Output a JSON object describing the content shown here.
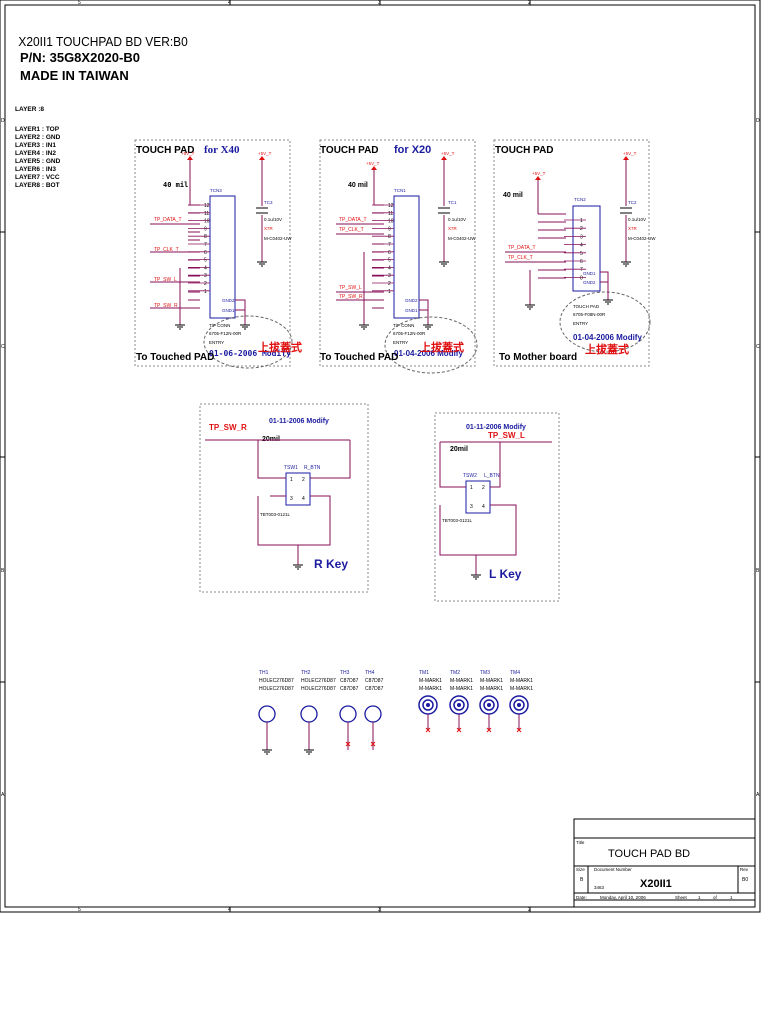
{
  "header": {
    "title": "X20II1 TOUCHPAD BD VER:B0",
    "pn": "P/N: 35G8X2020-B0",
    "made": "MADE IN TAIWAN"
  },
  "layers": {
    "count": "LAYER :8",
    "list": [
      "LAYER1 : TOP",
      "LAYER2 : GND",
      "LAYER3 : IN1",
      "LAYER4 : IN2",
      "LAYER5 : GND",
      "LAYER6 : IN3",
      "LAYER7 : VCC",
      "LAYER8 : BOT"
    ]
  },
  "border": {
    "top_ticks": [
      "5",
      "4",
      "3",
      "2"
    ],
    "bottom_ticks": [
      "5",
      "4",
      "3",
      "2"
    ],
    "left_ticks": [
      "D",
      "C",
      "B",
      "A"
    ],
    "right_ticks": [
      "D",
      "C",
      "B",
      "A"
    ]
  },
  "blocks": {
    "x40": {
      "title": "TOUCH PAD",
      "for": "for X40",
      "width": "40 mil",
      "vcc": "+5V_T",
      "ref": "TCN3",
      "signals": [
        "TP_DATA_T",
        "TP_CLK_T",
        "TP_SW_L",
        "TP_SW_R"
      ],
      "pins": [
        "12",
        "11",
        "10",
        "9",
        "8",
        "7",
        "6",
        "5",
        "4",
        "3",
        "2",
        "1"
      ],
      "gnd_pins": [
        "GND2",
        "GND1"
      ],
      "conn": "T/P CONN",
      "part": "6705-F12N-00R",
      "entry": "ENTRY",
      "cap_ref": "TC3",
      "cap_val": "0.1u/10V",
      "cap_type": "X7R",
      "cap_pn": "M-C0402-UW",
      "modify": "01-06-2006 Modify",
      "stamp": "上拔蓋式",
      "footer": "To Touched PAD"
    },
    "x20": {
      "title": "TOUCH PAD",
      "for": "for X20",
      "width": "40 mil",
      "vcc": "+5V_T",
      "ref": "TCN1",
      "signals": [
        "TP_DATA_T",
        "TP_CLK_T",
        "TP_SW_L",
        "TP_SW_R"
      ],
      "pins": [
        "12",
        "11",
        "10",
        "9",
        "8",
        "7",
        "6",
        "5",
        "4",
        "3",
        "2",
        "1"
      ],
      "gnd_pins": [
        "GND2",
        "GND1"
      ],
      "conn": "T/P CONN",
      "part": "6705-F12N-00R",
      "entry": "ENTRY",
      "cap_ref": "TC1",
      "cap_val": "0.1u/10V",
      "cap_type": "X7R",
      "cap_pn": "M-C0402-UW",
      "modify": "01-04-2006 Modify",
      "stamp": "上拔蓋式",
      "footer": "To Touched PAD"
    },
    "mb": {
      "title": "TOUCH PAD",
      "width": "40 mil",
      "vcc": "+5V_T",
      "ref": "TCN2",
      "signals": [
        "TP_DATA_T",
        "TP_CLK_T"
      ],
      "pins": [
        "1",
        "2",
        "3",
        "4",
        "5",
        "6",
        "7",
        "8"
      ],
      "gnd_pins": [
        "GND1",
        "GND2"
      ],
      "conn": "TOUCH PAD",
      "part": "6705-F08N-00R",
      "entry": "ENTRY",
      "cap_ref": "TC2",
      "cap_val": "0.1u/10V",
      "cap_type": "X7R",
      "cap_pn": "M-C0402-UW",
      "modify": "01-04-2006 Modify",
      "stamp": "上拔蓋式",
      "footer": "To Mother board"
    }
  },
  "keys": {
    "right": {
      "modify": "01-11-2006 Modify",
      "net": "TP_SW_R",
      "width": "20mil",
      "ref": "TSW1",
      "btn": "R_BTN",
      "part": "TBT003-0121L",
      "label": "R Key",
      "pins": [
        "1",
        "2",
        "3",
        "4"
      ]
    },
    "left": {
      "modify": "01-11-2006 Modify",
      "net": "TP_SW_L",
      "width": "20mil",
      "ref": "TSW2",
      "btn": "L_BTN",
      "part": "TBT003-0121L",
      "label": "L Key",
      "pins": [
        "1",
        "2",
        "3",
        "4"
      ]
    }
  },
  "holes": [
    {
      "ref": "TH1",
      "v1": "HOLEC276D87",
      "v2": "HOLEC276D87",
      "gnd": true
    },
    {
      "ref": "TH2",
      "v1": "HOLEC276D87",
      "v2": "HOLEC276D87",
      "gnd": true
    },
    {
      "ref": "TH3",
      "v1": "C87D87",
      "v2": "C87D87",
      "gnd": false
    },
    {
      "ref": "TH4",
      "v1": "C87D87",
      "v2": "C87D87",
      "gnd": false
    }
  ],
  "marks": [
    {
      "ref": "TM1",
      "v1": "M-MARK1",
      "v2": "M-MARK1"
    },
    {
      "ref": "TM2",
      "v1": "M-MARK1",
      "v2": "M-MARK1"
    },
    {
      "ref": "TM3",
      "v1": "M-MARK1",
      "v2": "M-MARK1"
    },
    {
      "ref": "TM4",
      "v1": "M-MARK1",
      "v2": "M-MARK1"
    }
  ],
  "titleblock": {
    "title_label": "Title",
    "title": "TOUCH PAD BD",
    "size_label": "Size",
    "size": "B",
    "docnum_label": "Document Number",
    "docnum_code": "3463",
    "docnum": "X20II1",
    "rev_label": "Rev",
    "rev": "B0",
    "date_label": "Date:",
    "date": "Monday, April 10, 2006",
    "sheet_label": "Sheet",
    "sheet": "1",
    "of_label": "of",
    "sheet_total": "1"
  },
  "colors": {
    "wire": "#8a0f5a",
    "blue": "#1a1aa0",
    "red": "#e01010",
    "green": "#1a8a1a"
  }
}
